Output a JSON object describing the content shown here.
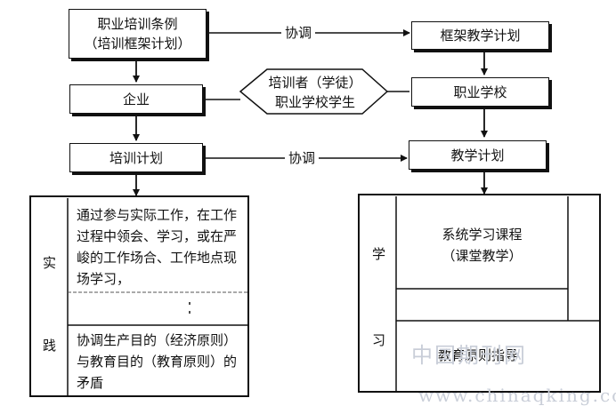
{
  "top_left": {
    "line1": "职业培训条例",
    "line2": "（培训框架计划）"
  },
  "top_right": "框架教学计划",
  "coordinate_top": "协调",
  "company": "企业",
  "hexagon": {
    "line1": "培训者（学徒）",
    "line2": "职业学校学生"
  },
  "school": "职业学校",
  "training_plan": "培训计划",
  "coordinate_mid": "协调",
  "teaching_plan": "教学计划",
  "practice": {
    "side_char1": "实",
    "side_char2": "践",
    "row1": "通过参与实际工作，在工作过程中领会、学习，或在严峻的工作场合、工作地点现场学习，",
    "row3": "协调生产目的（经济原则）与教育目的（教育原则）的矛盾"
  },
  "study": {
    "side_char1": "学",
    "side_char2": "习",
    "row1_line1": "系统学习课程",
    "row1_line2": "（课堂教学）",
    "row3": "教育原则指导"
  },
  "watermark": {
    "text1": "中国期刊网",
    "text2": "www.chinaqking.com"
  }
}
